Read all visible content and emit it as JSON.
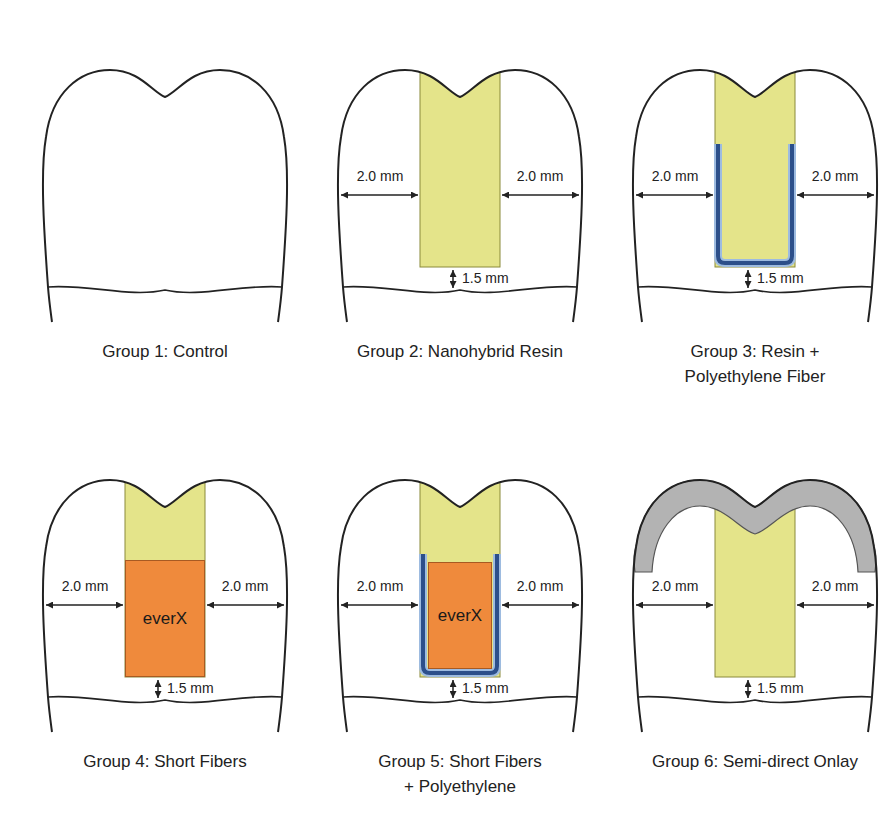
{
  "diagram": {
    "nodes": [
      {
        "text": [
          "Group 1: Control"
        ]
      },
      {
        "text": [
          "Group 2: Nanohybrid Resin"
        ]
      },
      {
        "text": [
          "Group 3: Resin + Polyethylene Fiber"
        ]
      },
      {
        "text": [
          "Group 4: Short Fibers"
        ]
      },
      {
        "text": [
          "everX"
        ],
        "in": 3
      },
      {
        "text": [
          "Group 5: Short Fibers + Polyethylene"
        ]
      },
      {
        "text": [
          "everX"
        ],
        "in": 5
      },
      {
        "text": [
          "Group 6: Semi-direct Onlay"
        ]
      }
    ],
    "labels": [
      "2.0 mm",
      "2.0 mm",
      "1.5 mm",
      "2.0 mm",
      "2.0 mm",
      "1.5 mm",
      "2.0 mm",
      "2.0 mm",
      "1.5 mm",
      "2.0 mm",
      "2.0 mm",
      "1.5 mm",
      "2.0 mm",
      "2.0 mm",
      "1.5 mm"
    ]
  }
}
